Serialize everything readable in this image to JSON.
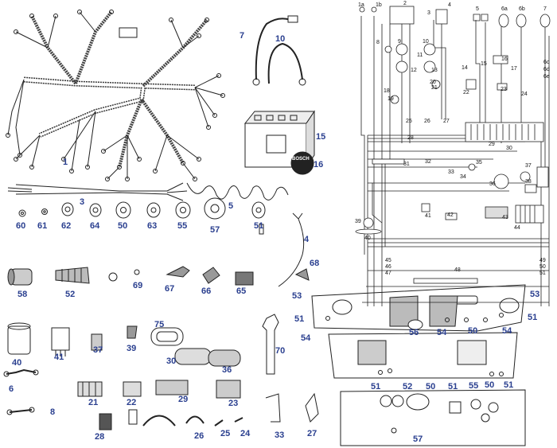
{
  "colors": {
    "label": "#2a3f8f",
    "ink": "#222222",
    "paper": "#ffffff"
  },
  "battery": {
    "brand": "BOSCH"
  },
  "parts": [
    {
      "id": "p1",
      "text": "1"
    },
    {
      "id": "p7",
      "text": "7"
    },
    {
      "id": "p10",
      "text": "10"
    },
    {
      "id": "p15",
      "text": "15"
    },
    {
      "id": "p16",
      "text": "16"
    },
    {
      "id": "p3",
      "text": "3"
    },
    {
      "id": "p5",
      "text": "5"
    },
    {
      "id": "p4",
      "text": "4"
    },
    {
      "id": "p60",
      "text": "60"
    },
    {
      "id": "p61",
      "text": "61"
    },
    {
      "id": "p62",
      "text": "62"
    },
    {
      "id": "p64",
      "text": "64"
    },
    {
      "id": "p50a",
      "text": "50"
    },
    {
      "id": "p63",
      "text": "63"
    },
    {
      "id": "p55a",
      "text": "55"
    },
    {
      "id": "p57a",
      "text": "57"
    },
    {
      "id": "p51a",
      "text": "51"
    },
    {
      "id": "p68",
      "text": "68"
    },
    {
      "id": "p58",
      "text": "58"
    },
    {
      "id": "p52a",
      "text": "52"
    },
    {
      "id": "p69",
      "text": "69"
    },
    {
      "id": "p67",
      "text": "67"
    },
    {
      "id": "p66",
      "text": "66"
    },
    {
      "id": "p65",
      "text": "65"
    },
    {
      "id": "p75",
      "text": "75"
    },
    {
      "id": "p40",
      "text": "40"
    },
    {
      "id": "p41",
      "text": "41"
    },
    {
      "id": "p37",
      "text": "37"
    },
    {
      "id": "p39",
      "text": "39"
    },
    {
      "id": "p30",
      "text": "30"
    },
    {
      "id": "p36",
      "text": "36"
    },
    {
      "id": "p70",
      "text": "70"
    },
    {
      "id": "p6",
      "text": "6"
    },
    {
      "id": "p8",
      "text": "8"
    },
    {
      "id": "p21",
      "text": "21"
    },
    {
      "id": "p22",
      "text": "22"
    },
    {
      "id": "p29",
      "text": "29"
    },
    {
      "id": "p23",
      "text": "23"
    },
    {
      "id": "p28",
      "text": "28"
    },
    {
      "id": "p26",
      "text": "26"
    },
    {
      "id": "p25",
      "text": "25"
    },
    {
      "id": "p24",
      "text": "24"
    },
    {
      "id": "p33",
      "text": "33"
    },
    {
      "id": "p27",
      "text": "27"
    },
    {
      "id": "d53l",
      "text": "53"
    },
    {
      "id": "d53r",
      "text": "53"
    },
    {
      "id": "d51l",
      "text": "51"
    },
    {
      "id": "d51r",
      "text": "51"
    },
    {
      "id": "d54l",
      "text": "54"
    },
    {
      "id": "d56",
      "text": "56"
    },
    {
      "id": "d54m",
      "text": "54"
    },
    {
      "id": "d50",
      "text": "50"
    },
    {
      "id": "d54r",
      "text": "54"
    },
    {
      "id": "e51a",
      "text": "51"
    },
    {
      "id": "e52",
      "text": "52"
    },
    {
      "id": "e50a",
      "text": "50"
    },
    {
      "id": "e51b",
      "text": "51"
    },
    {
      "id": "e55",
      "text": "55"
    },
    {
      "id": "e50b",
      "text": "50"
    },
    {
      "id": "e51c",
      "text": "51"
    },
    {
      "id": "e57",
      "text": "57"
    }
  ],
  "schematic_labels": [
    {
      "id": "s1a",
      "text": "1a"
    },
    {
      "id": "s1b",
      "text": "1b"
    },
    {
      "id": "s2",
      "text": "2"
    },
    {
      "id": "s3",
      "text": "3"
    },
    {
      "id": "s4",
      "text": "4"
    },
    {
      "id": "s5",
      "text": "5"
    },
    {
      "id": "s6a",
      "text": "6a"
    },
    {
      "id": "s6b",
      "text": "6b"
    },
    {
      "id": "s7",
      "text": "7"
    },
    {
      "id": "s6c",
      "text": "6c"
    },
    {
      "id": "s6d",
      "text": "6d"
    },
    {
      "id": "s6e",
      "text": "6e"
    },
    {
      "id": "s8",
      "text": "8"
    },
    {
      "id": "s9",
      "text": "9"
    },
    {
      "id": "s10",
      "text": "10"
    },
    {
      "id": "s11",
      "text": "11"
    },
    {
      "id": "s12",
      "text": "12"
    },
    {
      "id": "s13",
      "text": "13"
    },
    {
      "id": "s14",
      "text": "14"
    },
    {
      "id": "s15",
      "text": "15"
    },
    {
      "id": "s16",
      "text": "16"
    },
    {
      "id": "s17",
      "text": "17"
    },
    {
      "id": "s18",
      "text": "18"
    },
    {
      "id": "s19",
      "text": "19"
    },
    {
      "id": "s20",
      "text": "20"
    },
    {
      "id": "s21",
      "text": "21"
    },
    {
      "id": "s22",
      "text": "22"
    },
    {
      "id": "s23",
      "text": "23"
    },
    {
      "id": "s24",
      "text": "24"
    },
    {
      "id": "s25",
      "text": "25"
    },
    {
      "id": "s26",
      "text": "26"
    },
    {
      "id": "s27",
      "text": "27"
    },
    {
      "id": "s28",
      "text": "28"
    },
    {
      "id": "s29",
      "text": "29"
    },
    {
      "id": "s30",
      "text": "30"
    },
    {
      "id": "s31",
      "text": "31"
    },
    {
      "id": "s32",
      "text": "32"
    },
    {
      "id": "s33",
      "text": "33"
    },
    {
      "id": "s34",
      "text": "34"
    },
    {
      "id": "s35",
      "text": "35"
    },
    {
      "id": "s36",
      "text": "36"
    },
    {
      "id": "s37",
      "text": "37"
    },
    {
      "id": "s38",
      "text": "38"
    },
    {
      "id": "s39",
      "text": "39"
    },
    {
      "id": "s40",
      "text": "40"
    },
    {
      "id": "s41",
      "text": "41"
    },
    {
      "id": "s42",
      "text": "42"
    },
    {
      "id": "s43",
      "text": "43"
    },
    {
      "id": "s44",
      "text": "44"
    },
    {
      "id": "s45",
      "text": "45"
    },
    {
      "id": "s46",
      "text": "46"
    },
    {
      "id": "s47",
      "text": "47"
    },
    {
      "id": "s48",
      "text": "48"
    },
    {
      "id": "s49",
      "text": "49"
    },
    {
      "id": "s50",
      "text": "50"
    },
    {
      "id": "s51",
      "text": "51"
    }
  ]
}
